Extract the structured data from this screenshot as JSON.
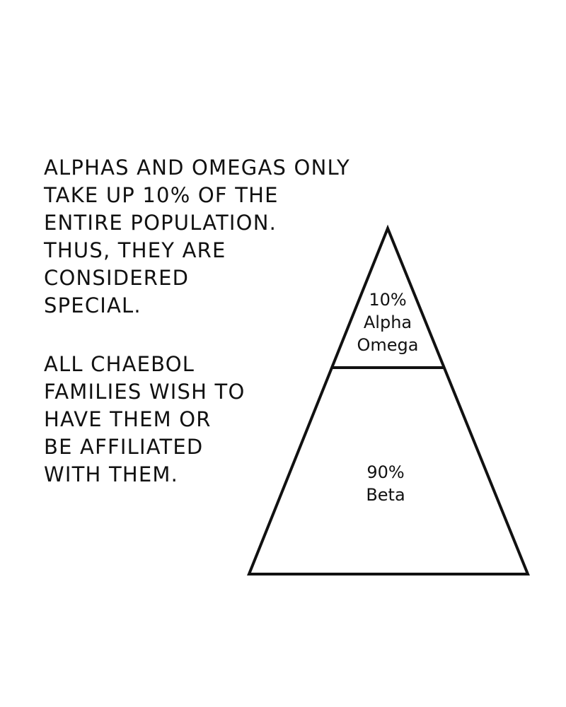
{
  "caption": {
    "paragraph1": [
      "ALPHAS AND OMEGAS ONLY",
      "TAKE UP 10% OF THE",
      "ENTIRE POPULATION.",
      "THUS, THEY ARE",
      "CONSIDERED",
      "SPECIAL."
    ],
    "paragraph2": [
      "ALL CHAEBOL",
      "FAMILIES WISH TO",
      "HAVE THEM OR",
      "BE AFFILIATED",
      "WITH THEM."
    ]
  },
  "pyramid": {
    "top": {
      "percent": "10%",
      "line1": "Alpha",
      "line2": "Omega",
      "share": 10
    },
    "bottom": {
      "percent": "90%",
      "line1": "Beta",
      "share": 90
    }
  }
}
